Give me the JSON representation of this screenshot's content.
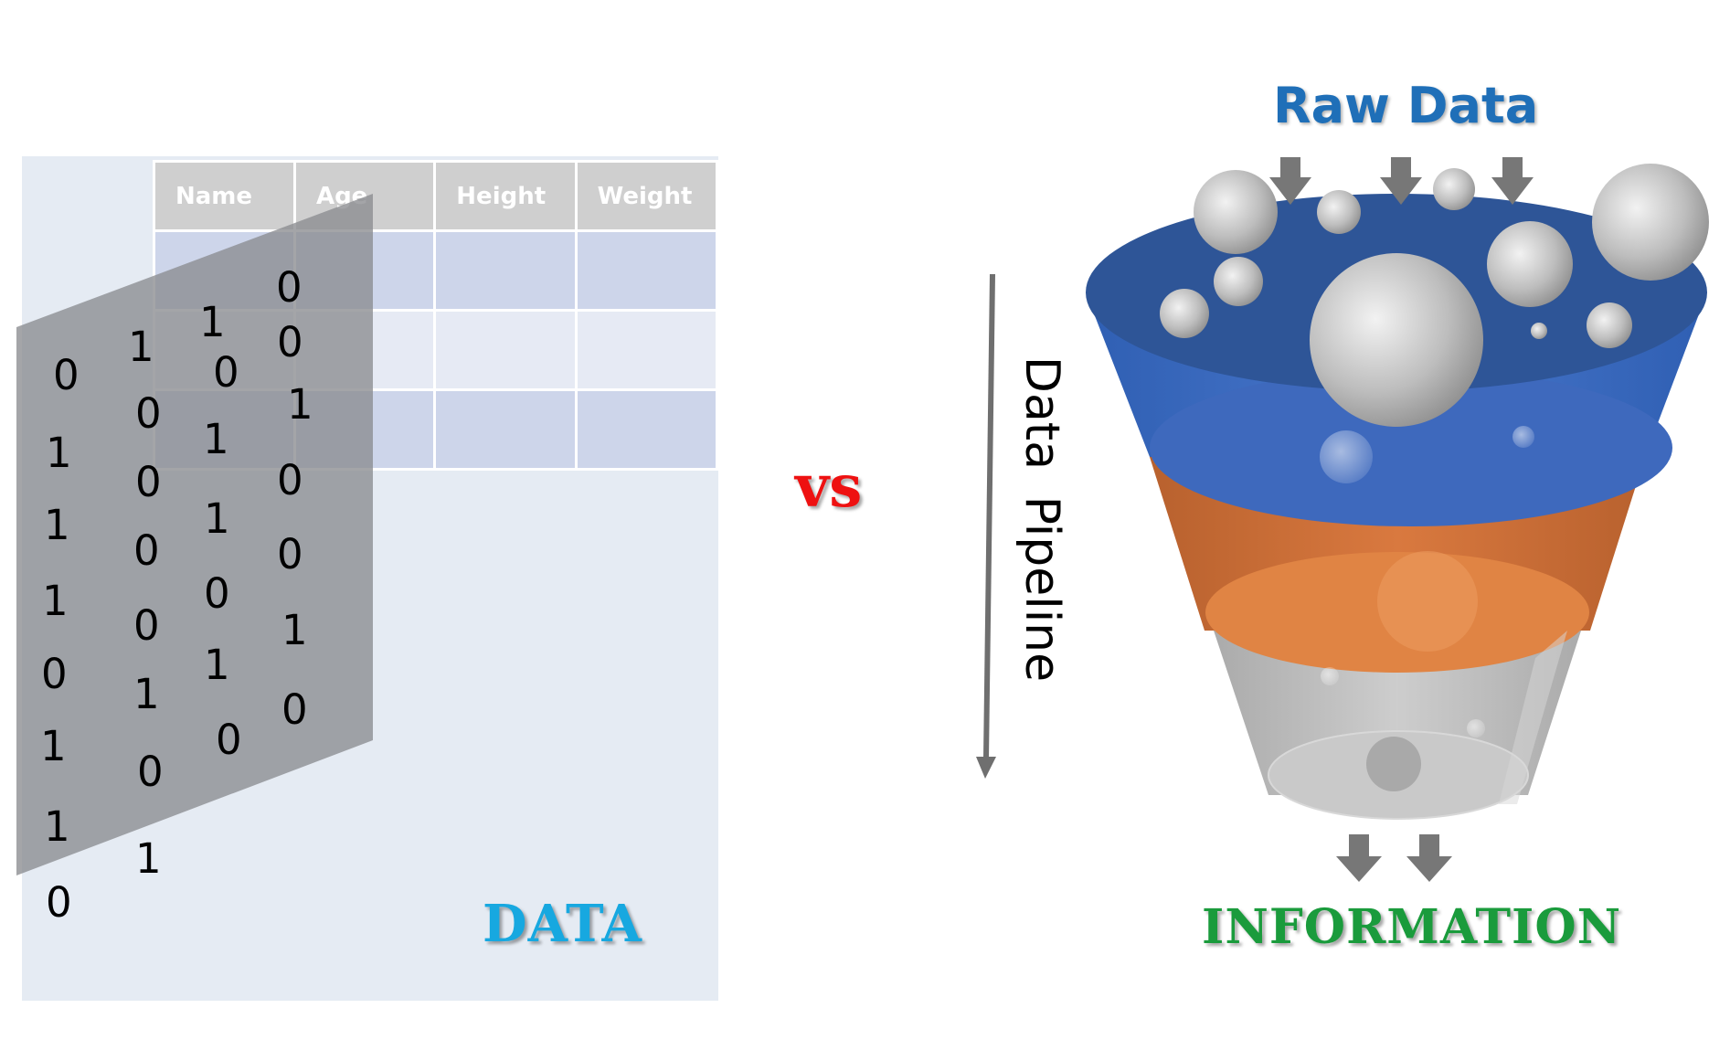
{
  "table": {
    "headers": [
      "Name",
      "Age",
      "Height",
      "Weight"
    ]
  },
  "binary_sheet": {
    "bits": [
      {
        "v": "0"
      },
      {
        "v": "1"
      },
      {
        "v": "1"
      },
      {
        "v": "0"
      },
      {
        "v": "1"
      },
      {
        "v": "0"
      },
      {
        "v": "0"
      },
      {
        "v": "0"
      },
      {
        "v": "1"
      },
      {
        "v": "0"
      },
      {
        "v": "1"
      },
      {
        "v": "1"
      },
      {
        "v": "1"
      },
      {
        "v": "0"
      },
      {
        "v": "1"
      },
      {
        "v": "0"
      },
      {
        "v": "0"
      },
      {
        "v": "0"
      },
      {
        "v": "0"
      },
      {
        "v": "0"
      },
      {
        "v": "1"
      },
      {
        "v": "1"
      },
      {
        "v": "1"
      },
      {
        "v": "1"
      },
      {
        "v": "1"
      },
      {
        "v": "0"
      },
      {
        "v": "0"
      },
      {
        "v": "0"
      },
      {
        "v": "0"
      },
      {
        "v": "1"
      }
    ]
  },
  "labels": {
    "data": "DATA",
    "vs": "vs",
    "pipeline": "Data Pipeline",
    "raw_data": "Raw Data",
    "information": "INFORMATION"
  },
  "colors": {
    "data_label": "#17a8e0",
    "vs_label": "#ee1111",
    "raw_data_label": "#1f6fb8",
    "information_label": "#1a9b3c",
    "funnel_top": "#2e5597",
    "funnel_blue": "#3d6bbf",
    "funnel_orange": "#d06b31",
    "funnel_gray": "#a8a8a8"
  }
}
